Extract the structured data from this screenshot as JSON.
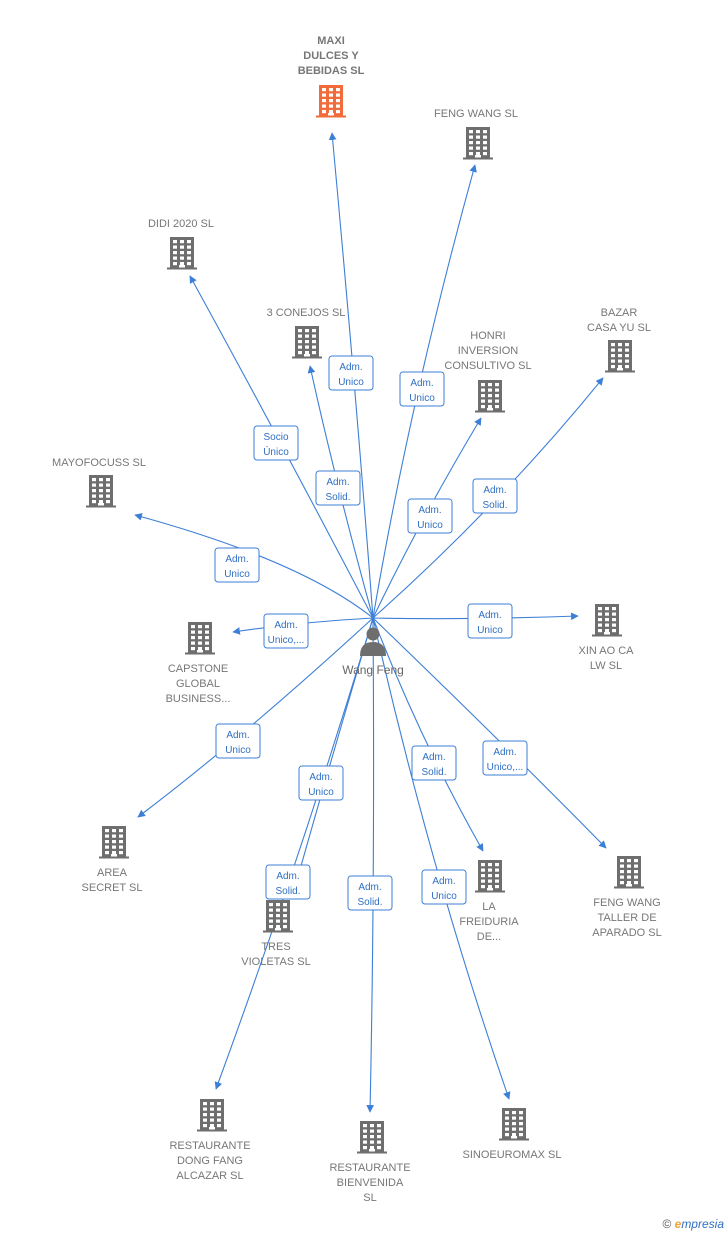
{
  "colors": {
    "edge": "#3d7fd6",
    "building": "#6e6e6e",
    "highlight": "#f26b3a",
    "person": "#6e6e6e"
  },
  "center": {
    "label": "Wang Feng",
    "icon": "person-icon"
  },
  "companies": [
    {
      "id": "maxi",
      "lines": [
        "MAXI",
        "DULCES Y",
        "BEBIDAS  SL"
      ],
      "highlight": true
    },
    {
      "id": "fengwang",
      "lines": [
        "FENG WANG SL"
      ]
    },
    {
      "id": "didi",
      "lines": [
        "DIDI 2020  SL"
      ]
    },
    {
      "id": "conejos",
      "lines": [
        "3 CONEJOS SL"
      ]
    },
    {
      "id": "honri",
      "lines": [
        "HONRI",
        "INVERSION",
        "CONSULTIVO SL"
      ]
    },
    {
      "id": "bazar",
      "lines": [
        "BAZAR",
        "CASA YU SL"
      ]
    },
    {
      "id": "mayofocuss",
      "lines": [
        "MAYOFOCUSS SL"
      ]
    },
    {
      "id": "capstone",
      "lines": [
        "CAPSTONE",
        "GLOBAL",
        "BUSINESS..."
      ]
    },
    {
      "id": "xinao",
      "lines": [
        "XIN AO CA",
        "LW SL"
      ]
    },
    {
      "id": "area",
      "lines": [
        "AREA",
        "SECRET SL"
      ]
    },
    {
      "id": "tres",
      "lines": [
        "TRES",
        "VIOLETAS SL"
      ]
    },
    {
      "id": "freiduria",
      "lines": [
        "LA",
        "FREIDURIA",
        "DE..."
      ]
    },
    {
      "id": "taller",
      "lines": [
        "FENG WANG",
        "TALLER DE",
        "APARADO SL"
      ]
    },
    {
      "id": "dongfang",
      "lines": [
        "RESTAURANTE",
        "DONG FANG",
        "ALCAZAR  SL"
      ]
    },
    {
      "id": "bienvenida",
      "lines": [
        "RESTAURANTE",
        "BIENVENIDA",
        "SL"
      ]
    },
    {
      "id": "sinoeuromax",
      "lines": [
        "SINOEUROMAX SL"
      ]
    }
  ],
  "relations": [
    {
      "to": "maxi",
      "lines": [
        "Adm.",
        "Unico"
      ]
    },
    {
      "to": "fengwang",
      "lines": [
        "Adm.",
        "Unico"
      ]
    },
    {
      "to": "didi",
      "lines": [
        "Socio",
        "Único"
      ]
    },
    {
      "to": "conejos",
      "lines": [
        "Adm.",
        "Solid."
      ]
    },
    {
      "to": "honri",
      "lines": [
        "Adm.",
        "Unico"
      ]
    },
    {
      "to": "bazar",
      "lines": [
        "Adm.",
        "Solid."
      ]
    },
    {
      "to": "mayofocuss",
      "lines": [
        "Adm.",
        "Unico"
      ]
    },
    {
      "to": "capstone",
      "lines": [
        "Adm.",
        "Unico,..."
      ]
    },
    {
      "to": "xinao",
      "lines": [
        "Adm.",
        "Unico"
      ]
    },
    {
      "to": "area",
      "lines": [
        "Adm.",
        "Unico"
      ]
    },
    {
      "to": "tres",
      "lines": [
        "Adm.",
        "Unico"
      ]
    },
    {
      "to": "dongfang",
      "lines": [
        "Adm.",
        "Solid."
      ]
    },
    {
      "to": "bienvenida",
      "lines": [
        "Adm.",
        "Solid."
      ]
    },
    {
      "to": "freiduria",
      "lines": [
        "Adm.",
        "Solid."
      ]
    },
    {
      "to": "sinoeuromax",
      "lines": [
        "Adm.",
        "Unico"
      ]
    },
    {
      "to": "taller",
      "lines": [
        "Adm.",
        "Unico,..."
      ]
    }
  ],
  "footer": {
    "copyright": "©",
    "brand_e": "e",
    "brand_rest": "mpresia"
  }
}
